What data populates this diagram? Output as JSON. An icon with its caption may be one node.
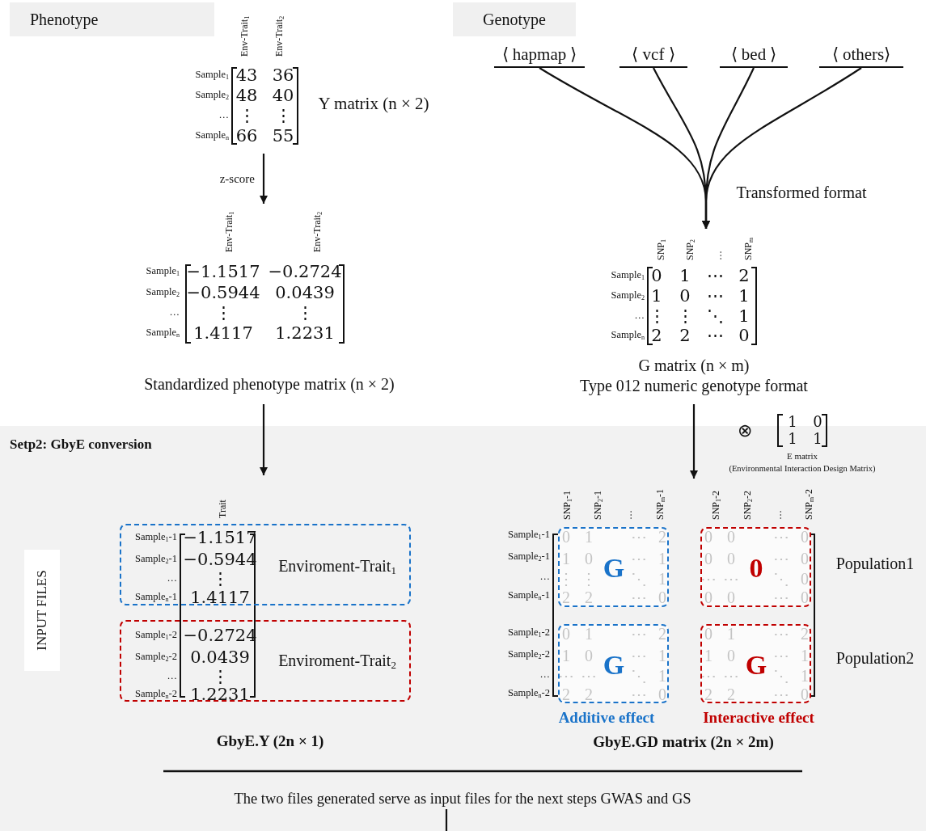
{
  "diagram": {
    "nodes": [
      {
        "text": [
          "Phenotype"
        ]
      },
      {
        "text": [
          "Genotype"
        ]
      },
      {
        "text": [
          "Env-Trait$_{1}$",
          "Env-Trait$_{2}$",
          "Sample$_{1}$",
          "43",
          "36",
          "Sample$_{2}$",
          "48",
          "40",
          "…",
          "⋮",
          "⋮",
          "Sample$_{n}$",
          "66",
          "55",
          "Y matrix (n × 2)"
        ]
      },
      {
        "text": [
          "Env-Trait$_{1}$",
          "Env-Trait$_{2}$",
          "Sample$_{1}$",
          "−1.1517",
          "−0.2724",
          "Sample$_{2}$",
          "−0.5944",
          "0.0439",
          "…",
          "⋮",
          "⋮",
          "Sample$_{n}$",
          "1.4117",
          "1.2231",
          "Standardized phenotype matrix (n × 2)"
        ]
      },
      {
        "text": [
          "⟨ hapmap ⟩"
        ]
      },
      {
        "text": [
          "⟨ vcf ⟩"
        ]
      },
      {
        "text": [
          "⟨ bed ⟩"
        ]
      },
      {
        "text": [
          "⟨ others⟩"
        ]
      },
      {
        "text": [
          "SNP$_{1}$",
          "SNP$_{2}$",
          "…",
          "SNP$_{m}$",
          "Sample$_{1}$",
          "0",
          "1",
          "⋯",
          "2",
          "Sample$_{2}$",
          "1",
          "0",
          "⋯",
          "1",
          "…",
          "⋮",
          "⋮",
          "⋱",
          "1",
          "Sample$_{n}$",
          "2",
          "2",
          "⋯",
          "0",
          "G matrix (n × m)",
          "Type 012 numeric genotype format"
        ]
      },
      {
        "text": [
          "Setp2: GbyE conversion"
        ]
      },
      {
        "text": [
          "1",
          "0",
          "1",
          "1",
          "E matrix",
          "(Environmental Interaction Design Matrix)"
        ]
      },
      {
        "text": [
          "INPUT FILES"
        ],
        "in": 9
      },
      {
        "text": [
          "Trait",
          "GbyE.Y (2n × 1)"
        ],
        "in": 9
      },
      {
        "text": [
          "Sample$_{1}$-1",
          "−1.1517",
          "Sample$_{2}$-1",
          "−0.5944",
          "…",
          "⋮",
          "Sample$_{n}$-1",
          "1.4117",
          "Enviroment-Trait$_{1}$"
        ],
        "in": 12
      },
      {
        "text": [
          "Sample$_{1}$-2",
          "−0.2724",
          "Sample$_{2}$-2",
          "0.0439",
          "…",
          "⋮",
          "Sample$_{n}$-2",
          "1.2231",
          "Enviroment-Trait$_{2}$"
        ],
        "in": 12
      },
      {
        "text": [
          "SNP$_{1}$-1",
          "SNP$_{2}$-1",
          "…",
          "SNP$_{m}$-1",
          "SNP$_{1}$-2",
          "SNP$_{2}$-2",
          "…",
          "SNP$_{m}$-2",
          "Sample$_{1}$-1",
          "Sample$_{2}$-1",
          "…",
          "Sample$_{n}$-1",
          "Sample$_{1}$-2",
          "Sample$_{2}$-2",
          "…",
          "Sample$_{n}$-2",
          "Population1",
          "Population2",
          "GbyE.GD matrix (2n × 2m)"
        ],
        "in": 9
      },
      {
        "text": [
          "0",
          "1",
          "⋯",
          "2",
          "1",
          "0",
          "⋯",
          "1",
          "G",
          "⋮",
          "⋮",
          "⋱",
          "1",
          "2",
          "2",
          "⋯",
          "0"
        ],
        "in": 15
      },
      {
        "text": [
          "0",
          "0",
          "⋯",
          "0",
          "0",
          "0",
          "⋯",
          "0",
          "0",
          "⋯",
          "⋯",
          "⋱",
          "0",
          "0",
          "0",
          "⋯",
          "0"
        ],
        "in": 15
      },
      {
        "text": [
          "0",
          "1",
          "⋯",
          "2",
          "1",
          "0",
          "⋯",
          "1",
          "G",
          "⋯",
          "⋯",
          "⋱",
          "1",
          "2",
          "2",
          "⋯",
          "0"
        ],
        "in": 15,
        "beside": [
          "Additive effect"
        ]
      },
      {
        "text": [
          "0",
          "1",
          "⋯",
          "2",
          "1",
          "0",
          "⋯",
          "1",
          "G",
          "⋯",
          "⋯",
          "⋱",
          "1",
          "2",
          "2",
          "⋯",
          "0"
        ],
        "in": 15,
        "beside": [
          "Interactive effect"
        ]
      },
      {
        "text": [
          "The two files generated serve as input files for the next steps GWAS and GS"
        ],
        "in": 9
      }
    ],
    "edges": [
      {
        "from": 2,
        "to": 3,
        "arrow": "to",
        "label": "z-score"
      },
      {
        "from": 4,
        "to": 8,
        "arrow": "to"
      },
      {
        "from": 5,
        "to": 8,
        "arrow": "to"
      },
      {
        "from": 6,
        "to": 8,
        "arrow": "to"
      },
      {
        "from": 7,
        "to": 8,
        "arrow": "to"
      },
      {
        "from": 3,
        "to": 12,
        "arrow": "to"
      },
      {
        "from": 8,
        "to": 15,
        "arrow": "to"
      },
      {
        "from": 20,
        "to": null,
        "arrow": "none"
      }
    ],
    "labels": [
      "Transformed format",
      "⊗"
    ]
  }
}
